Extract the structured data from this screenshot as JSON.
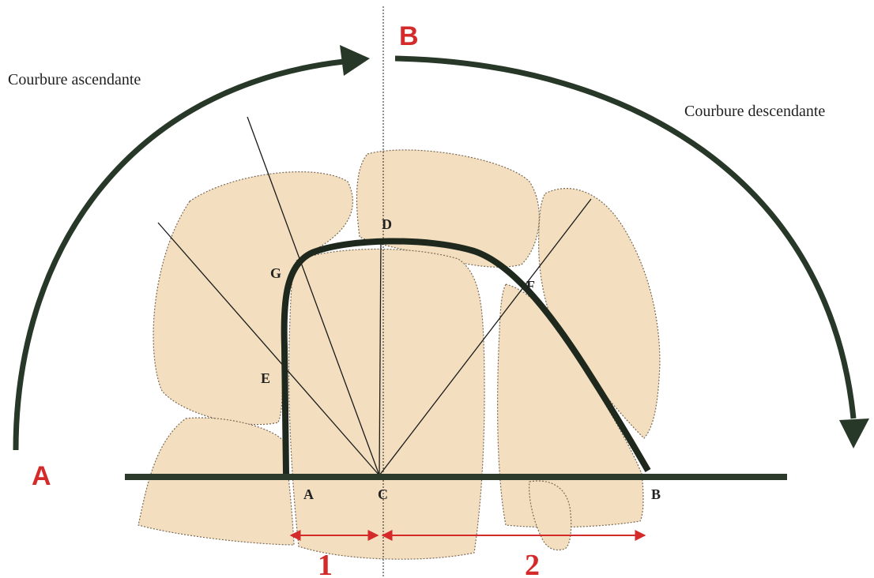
{
  "title_arcs": {
    "ascending_label": "Courbure ascendante",
    "descending_label": "Courbure descendante"
  },
  "section_markers": {
    "start": "A",
    "apex": "B"
  },
  "points": {
    "A": "A",
    "B": "B",
    "C": "C",
    "D": "D",
    "E": "E",
    "F": "F",
    "G": "G"
  },
  "segments": {
    "left": "1",
    "right": "2"
  },
  "colors": {
    "marker_red": "#d42a2a",
    "arc_dark": "#283828",
    "bone_fill": "#f3dfc0",
    "curve": "#1e281c"
  }
}
